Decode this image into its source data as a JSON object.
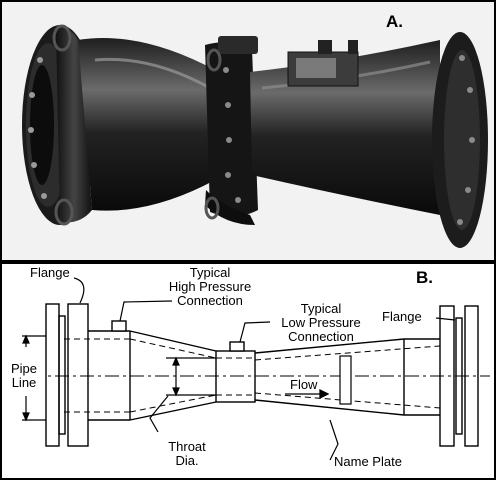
{
  "panel_a": {
    "letter": "A."
  },
  "panel_b": {
    "letter": "B.",
    "labels": {
      "flange_left": "Flange",
      "high_pressure_line1": "Typical",
      "high_pressure_line2": "High Pressure",
      "high_pressure_line3": "Connection",
      "low_pressure_line1": "Typical",
      "low_pressure_line2": "Low Pressure",
      "low_pressure_line3": "Connection",
      "flange_right": "Flange",
      "pipe_line1": "Pipe",
      "pipe_line2": "Line",
      "flow": "Flow",
      "throat_line1": "Throat",
      "throat_line2": "Dia.",
      "name_plate": "Name Plate"
    }
  },
  "colors": {
    "photo_bg": "#f2f2f2",
    "metal_dark": "#141414",
    "metal_mid": "#3a3a3a",
    "metal_light": "#8a8a8a",
    "line": "#000000"
  }
}
